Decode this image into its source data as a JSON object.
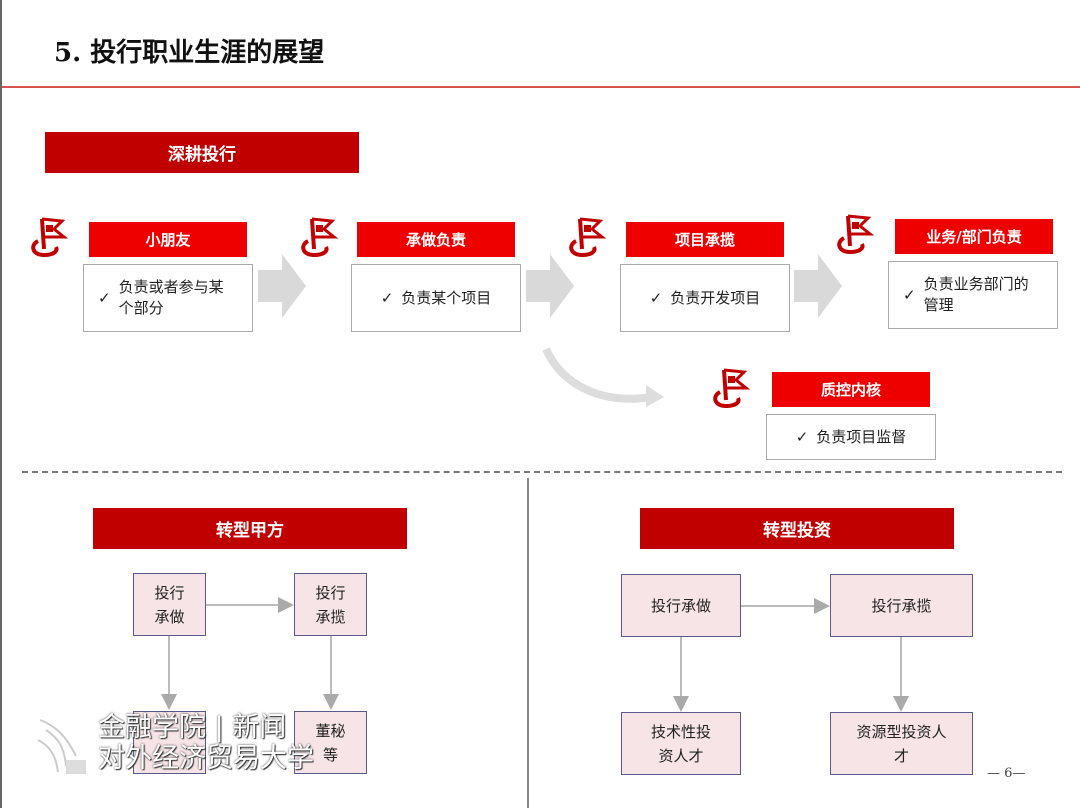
{
  "title": "5. 投行职业生涯的展望",
  "section_top": "深耕投行",
  "stages": [
    {
      "label": "小朋友",
      "desc": "负责或者参与某个部分"
    },
    {
      "label": "承做负责",
      "desc": "负责某个项目"
    },
    {
      "label": "项目承揽",
      "desc": "负责开发项目"
    },
    {
      "label": "业务/部门负责",
      "desc": "负责业务部门的管理"
    },
    {
      "label": "质控内核",
      "desc": "负责项目监督"
    }
  ],
  "check": "✓",
  "left": {
    "title": "转型甲方",
    "boxes": [
      "投行承做",
      "投行承揽",
      "",
      "董秘等"
    ]
  },
  "right": {
    "title": "转型投资",
    "boxes": [
      "投行承做",
      "投行承揽",
      "技术性投资人才",
      "资源型投资人才"
    ]
  },
  "watermark": {
    "line1": "金融学院 | 新闻",
    "line2": "对外经济贸易大学"
  },
  "page_number": "— 6—",
  "colors": {
    "dark_red": "#c00000",
    "bright_red": "#ee0000",
    "pink": "#f7e4e6"
  }
}
